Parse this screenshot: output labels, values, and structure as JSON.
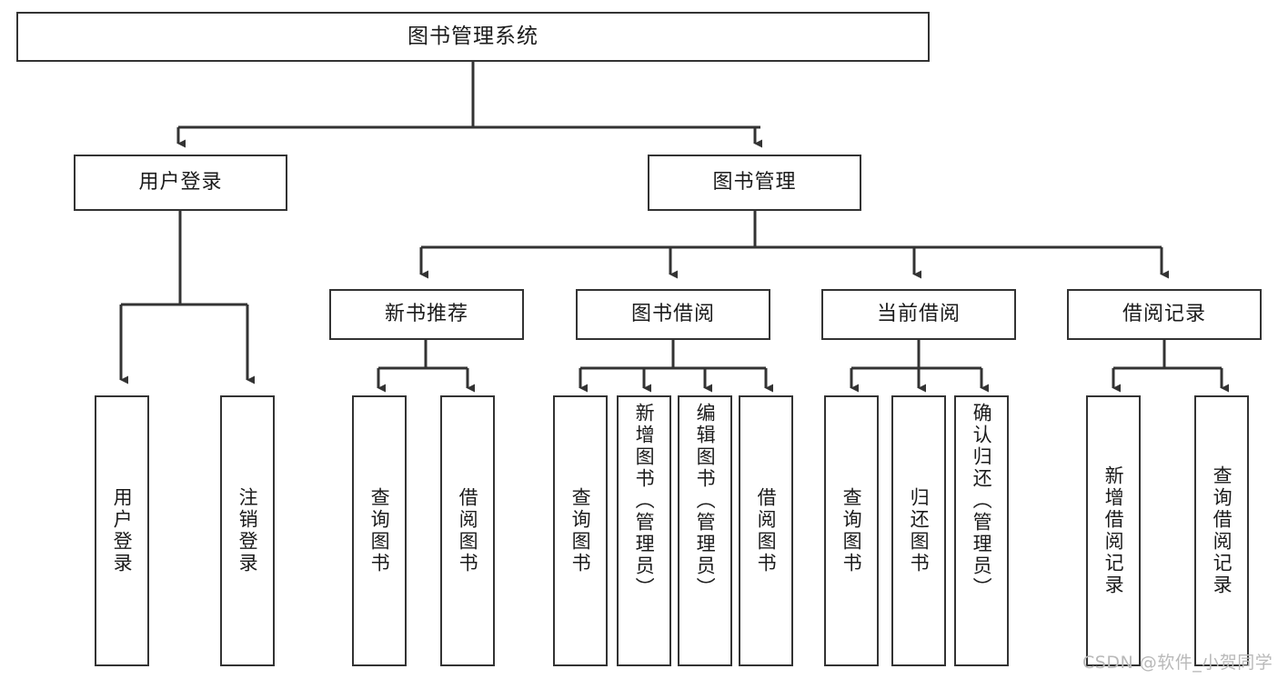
{
  "diagram": {
    "type": "hierarchy-tree",
    "title": "图书管理系统",
    "watermark": "CSDN @软件_小贺同学",
    "colors": {
      "stroke": "#333333",
      "fill": "#ffffff",
      "text": "#1b1b1b",
      "watermark": "#b9b9b9"
    },
    "nodes": {
      "root": {
        "label": "图书管理系统"
      },
      "level2": [
        {
          "id": "user-login",
          "label": "用户登录"
        },
        {
          "id": "book-manage",
          "label": "图书管理"
        }
      ],
      "level3": [
        {
          "id": "new-book-recommend",
          "label": "新书推荐"
        },
        {
          "id": "book-borrow",
          "label": "图书借阅"
        },
        {
          "id": "current-borrow",
          "label": "当前借阅"
        },
        {
          "id": "borrow-record",
          "label": "借阅记录"
        }
      ],
      "leaves": [
        {
          "id": "leaf-user-login",
          "label": "用户登录",
          "parent": "user-login"
        },
        {
          "id": "leaf-logout",
          "label": "注销登录",
          "parent": "user-login"
        },
        {
          "id": "leaf-query-book-1",
          "label": "查询图书",
          "parent": "new-book-recommend"
        },
        {
          "id": "leaf-borrow-book-1",
          "label": "借阅图书",
          "parent": "new-book-recommend"
        },
        {
          "id": "leaf-query-book-2",
          "label": "查询图书",
          "parent": "book-borrow"
        },
        {
          "id": "leaf-add-book",
          "label": "新增图书（管理员）",
          "parent": "book-borrow"
        },
        {
          "id": "leaf-edit-book",
          "label": "编辑图书（管理员）",
          "parent": "book-borrow"
        },
        {
          "id": "leaf-borrow-book-2",
          "label": "借阅图书",
          "parent": "book-borrow"
        },
        {
          "id": "leaf-query-book-3",
          "label": "查询图书",
          "parent": "current-borrow"
        },
        {
          "id": "leaf-return-book",
          "label": "归还图书",
          "parent": "current-borrow"
        },
        {
          "id": "leaf-confirm-return",
          "label": "确认归还（管理员）",
          "parent": "current-borrow"
        },
        {
          "id": "leaf-add-record",
          "label": "新增借阅记录",
          "parent": "borrow-record"
        },
        {
          "id": "leaf-query-record",
          "label": "查询借阅记录",
          "parent": "borrow-record"
        }
      ]
    }
  }
}
